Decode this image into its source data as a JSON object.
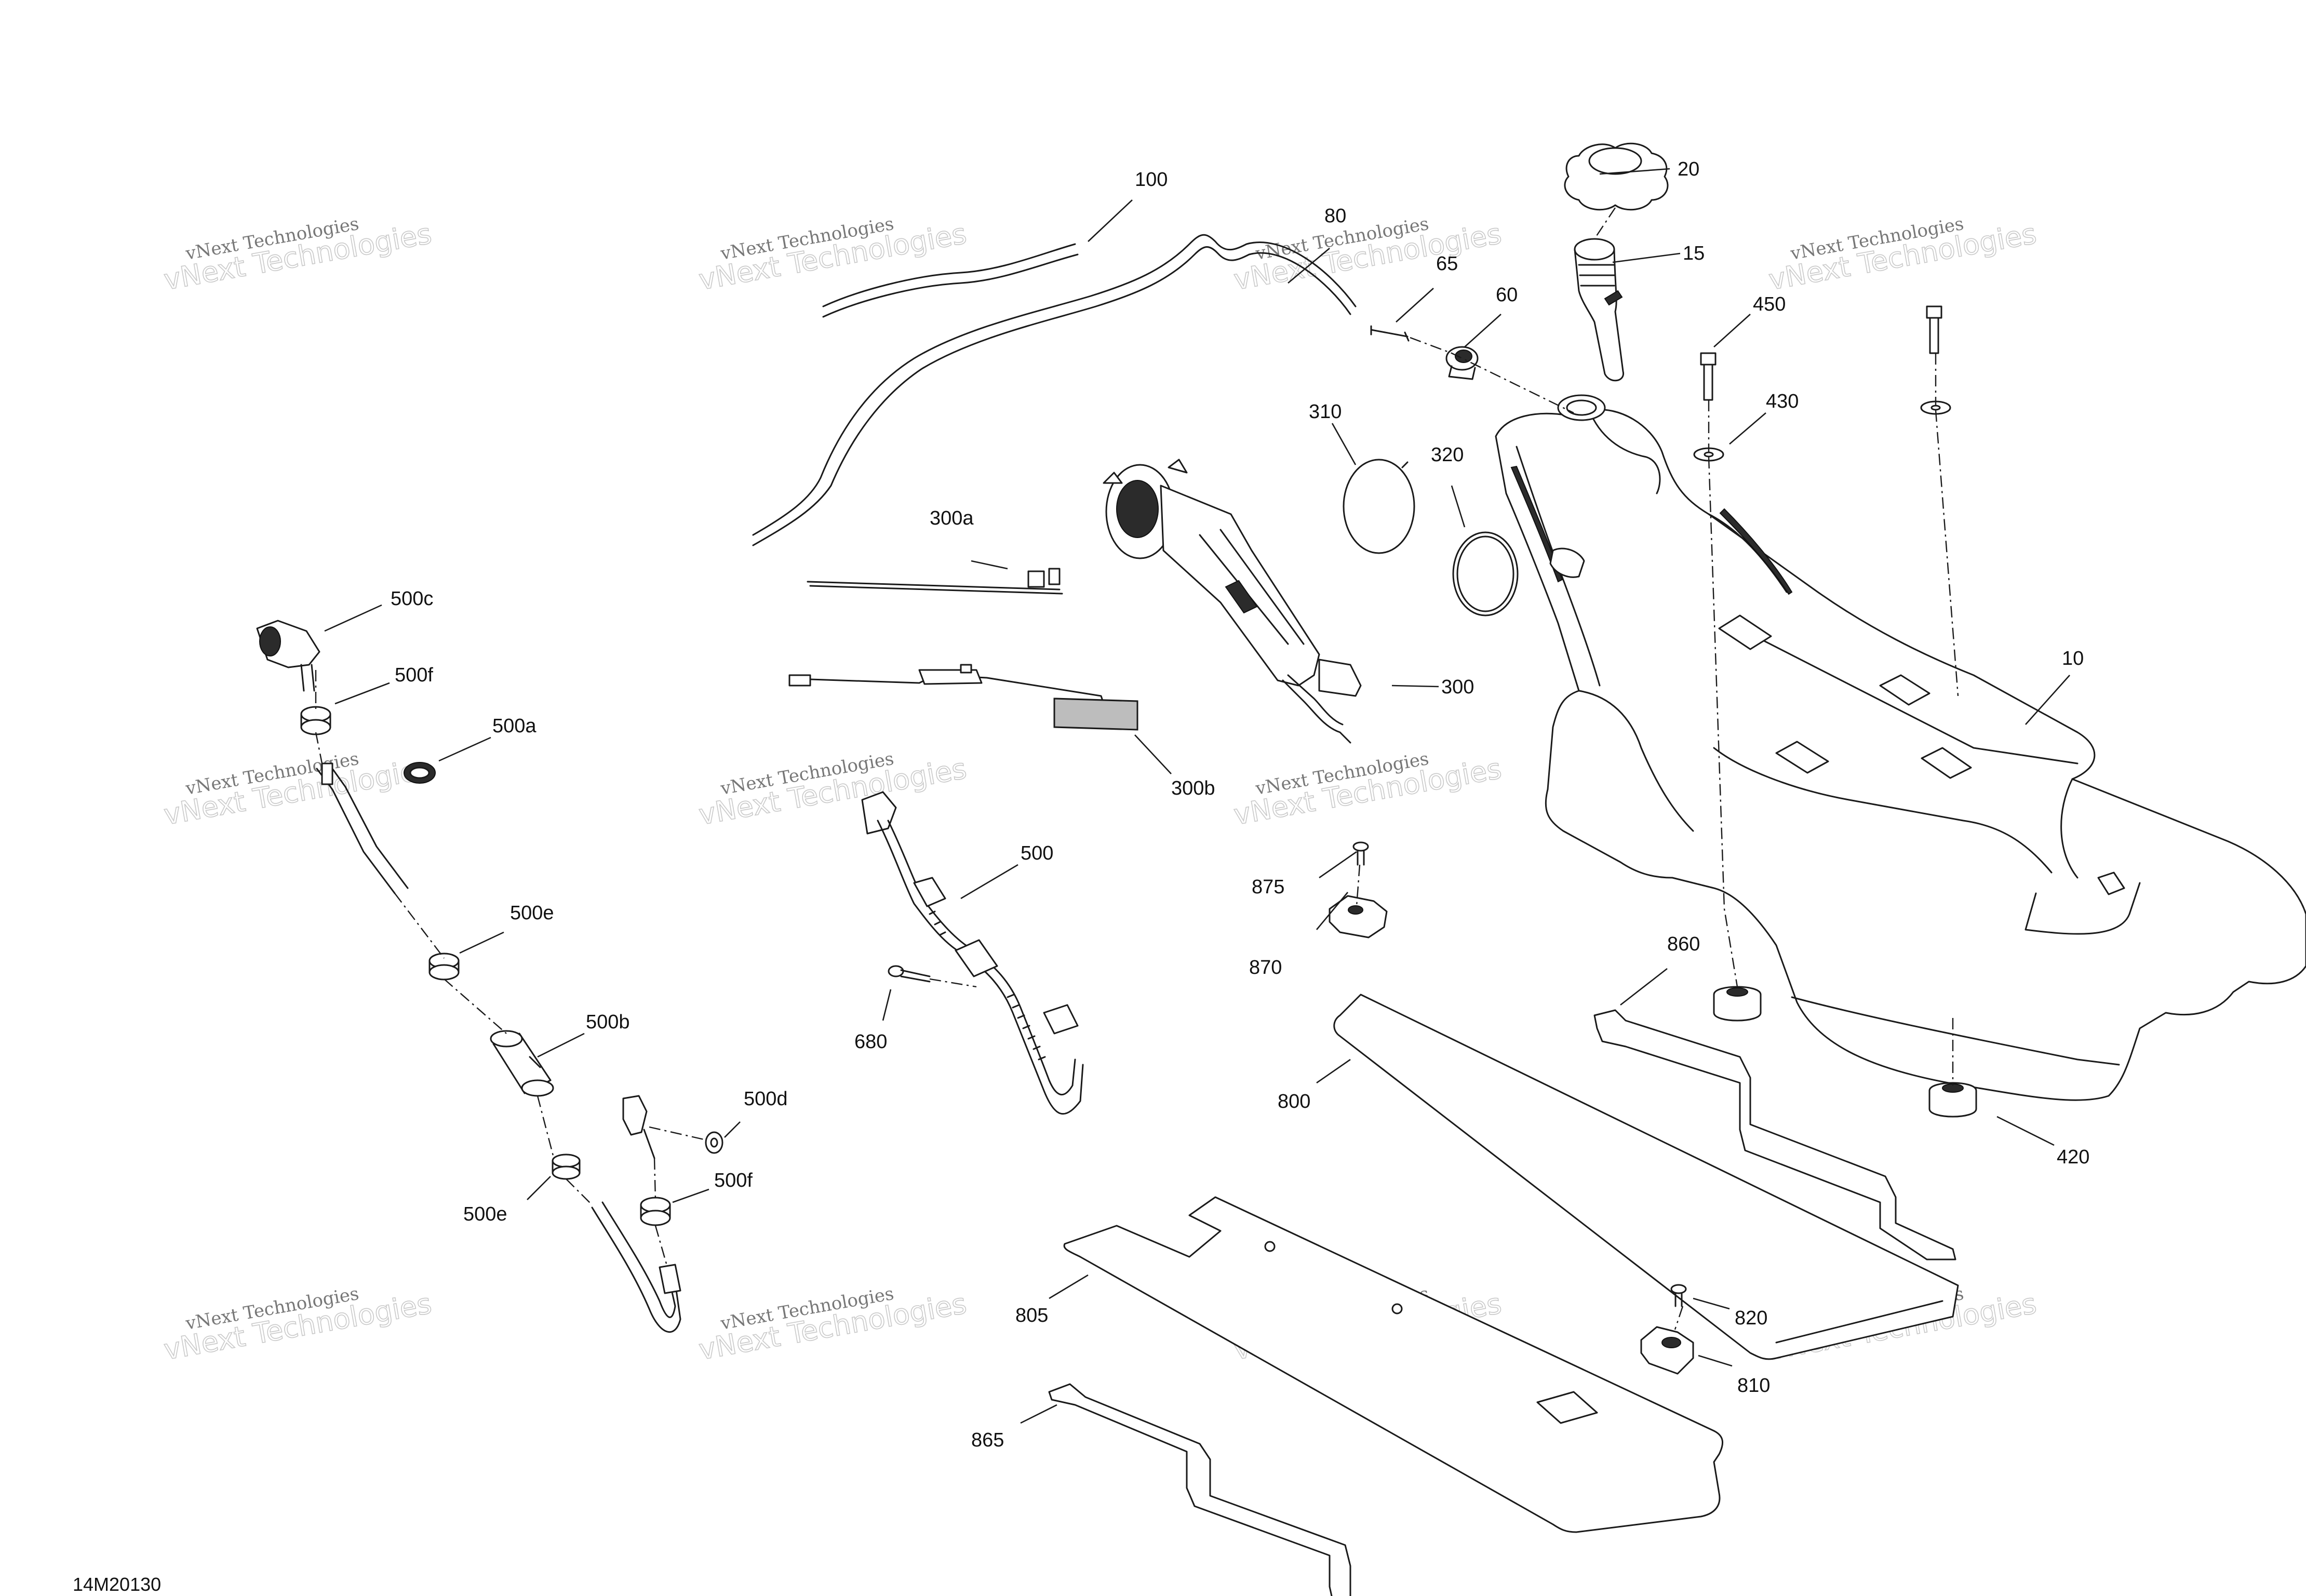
{
  "diagram": {
    "id_label": "14M20130",
    "watermark": {
      "line1": "vNext Technologies",
      "line2": "vNext Technologies"
    },
    "callouts": {
      "c10": "10",
      "c15": "15",
      "c20": "20",
      "c60": "60",
      "c65": "65",
      "c80": "80",
      "c100": "100",
      "c300": "300",
      "c300a": "300a",
      "c300b": "300b",
      "c310": "310",
      "c320": "320",
      "c420": "420",
      "c430": "430",
      "c450": "450",
      "c500": "500",
      "c500a": "500a",
      "c500b": "500b",
      "c500c": "500c",
      "c500d": "500d",
      "c500e_1": "500e",
      "c500e_2": "500e",
      "c500f_1": "500f",
      "c500f_2": "500f",
      "c680": "680",
      "c800": "800",
      "c805": "805",
      "c810": "810",
      "c820": "820",
      "c860": "860",
      "c865": "865",
      "c870": "870",
      "c875": "875"
    }
  }
}
